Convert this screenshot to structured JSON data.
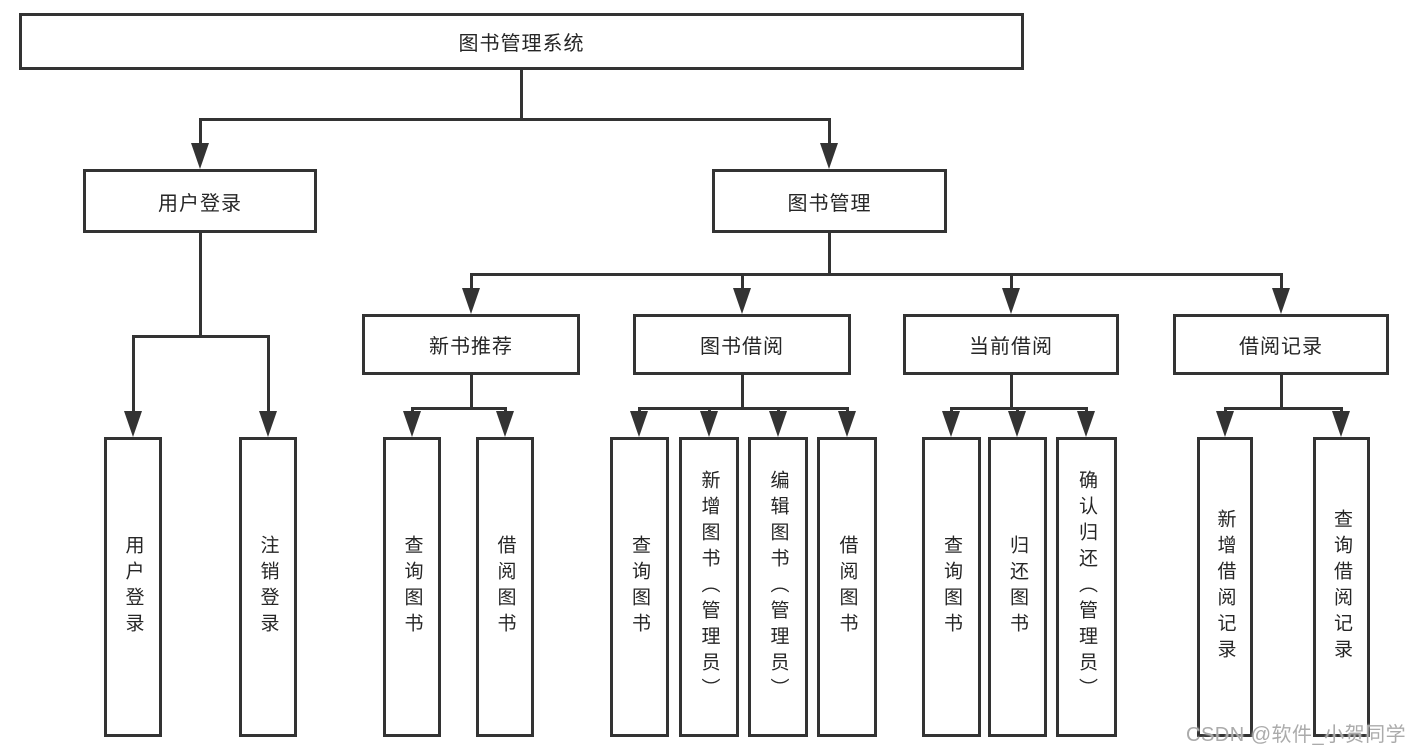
{
  "tree": {
    "label": "图书管理系统",
    "children": [
      {
        "label": "用户登录",
        "children": [
          {
            "label": "用户登录"
          },
          {
            "label": "注销登录"
          }
        ]
      },
      {
        "label": "图书管理",
        "children": [
          {
            "label": "新书推荐",
            "children": [
              {
                "label": "查询图书"
              },
              {
                "label": "借阅图书"
              }
            ]
          },
          {
            "label": "图书借阅",
            "children": [
              {
                "label": "查询图书"
              },
              {
                "label": "新增图书（管理员）"
              },
              {
                "label": "编辑图书（管理员）"
              },
              {
                "label": "借阅图书"
              }
            ]
          },
          {
            "label": "当前借阅",
            "children": [
              {
                "label": "查询图书"
              },
              {
                "label": "归还图书"
              },
              {
                "label": "确认归还（管理员）"
              }
            ]
          },
          {
            "label": "借阅记录",
            "children": [
              {
                "label": "新增借阅记录"
              },
              {
                "label": "查询借阅记录"
              }
            ]
          }
        ]
      }
    ]
  },
  "watermark": {
    "text": "CSDN @软件_小贺同学"
  },
  "colors": {
    "line": "#333333",
    "text": "#262626",
    "box_background": "#ffffff",
    "page_background": "#ffffff",
    "watermark": "#ababab"
  }
}
